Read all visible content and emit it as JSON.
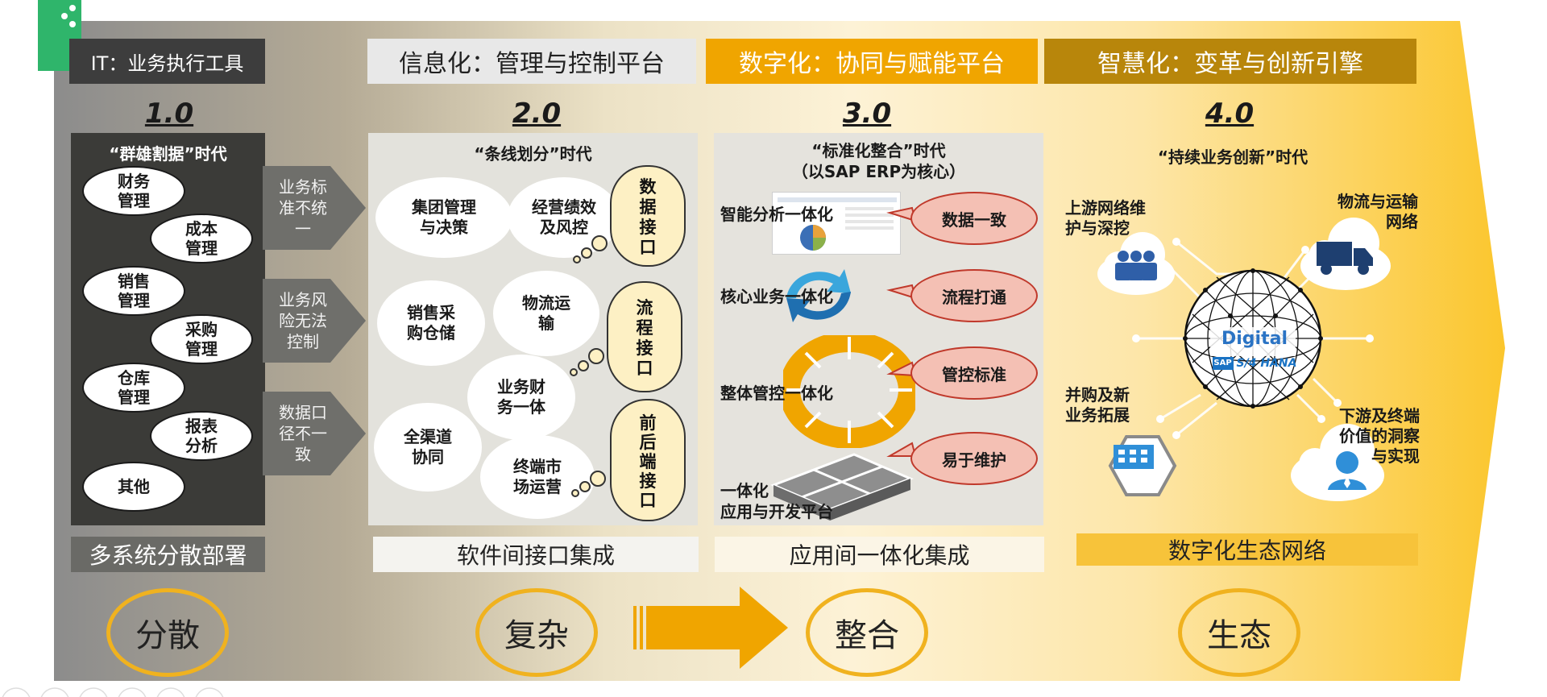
{
  "phases": [
    {
      "header": "IT：业务执行工具",
      "version": "1.0",
      "era": "“群雄割据”时代",
      "footer": "多系统分散部署",
      "keyword": "分散"
    },
    {
      "header": "信息化：管理与控制平台",
      "version": "2.0",
      "era": "“条线划分”时代",
      "footer": "软件间接口集成",
      "keyword": "复杂"
    },
    {
      "header": "数字化：协同与赋能平台",
      "version": "3.0",
      "era": "“标准化整合”时代",
      "era_sub": "（以SAP ERP为核心）",
      "footer": "应用间一体化集成",
      "keyword": "整合"
    },
    {
      "header": "智慧化：变革与创新引擎",
      "version": "4.0",
      "era": "“持续业务创新”时代",
      "footer": "数字化生态网络",
      "keyword": "生态"
    }
  ],
  "p1_modules": [
    "财务\n管理",
    "成本\n管理",
    "销售\n管理",
    "采购\n管理",
    "仓库\n管理",
    "报表\n分析",
    "其他"
  ],
  "problems": [
    "业务标\n准不统\n一",
    "业务风\n险无法\n控制",
    "数据口\n径不一\n致"
  ],
  "p2_modules": [
    "集团管理\n与决策",
    "经营绩效\n及风控",
    "销售采\n购仓储",
    "物流运\n输",
    "业务财\n务一体",
    "全渠道\n协同",
    "终端市\n场运营"
  ],
  "p2_interfaces": [
    "数\n据\n接\n口",
    "流\n程\n接\n口",
    "前\n后\n端\n接\n口"
  ],
  "p3_layers": [
    "智能分析一体化",
    "核心业务一体化",
    "整体管控一体化",
    "一体化\n应用与开发平台"
  ],
  "p3_benefits": [
    "数据一致",
    "流程打通",
    "管控标准",
    "易于维护"
  ],
  "p4_nodes": [
    "上游网络维\n护与深挖",
    "物流与运输\n网络",
    "并购及新\n业务拓展",
    "下游及终端\n价值的洞察\n与实现"
  ],
  "p4_core": {
    "title": "Digital",
    "sub": "S/4 HANA"
  },
  "icons": [
    "people-cloud-icon",
    "truck-cloud-icon",
    "factory-icon",
    "user-cloud-icon",
    "globe-network-icon",
    "sap-logo-icon",
    "cycle-arrows-icon",
    "ring-segments-icon",
    "platform-grid-icon",
    "pie-chart-icon"
  ],
  "colors": {
    "grey_dark": "#3d3d3d",
    "grey_mid": "#8c8c8c",
    "gold": "#f0a500",
    "gold_dark": "#b8860b",
    "ring": "#f0b21f",
    "pill_fill": "#f4c0b4",
    "pill_border": "#c0392b"
  }
}
